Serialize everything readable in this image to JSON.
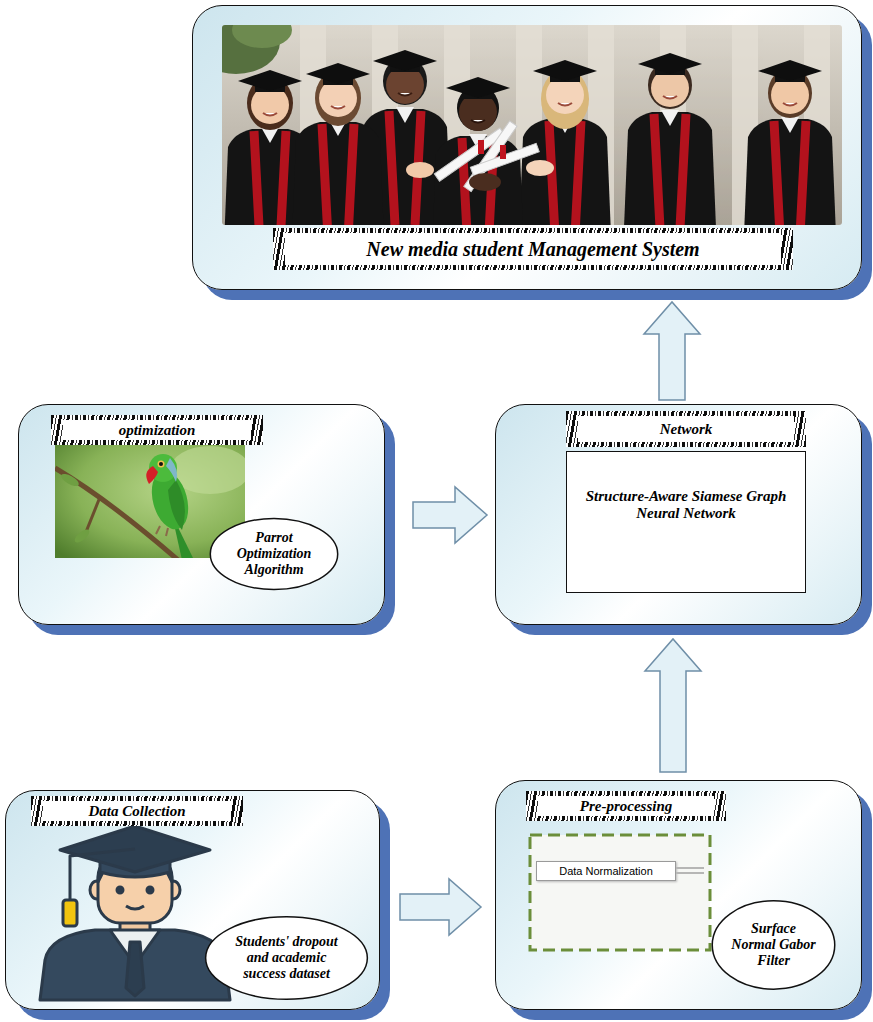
{
  "diagram": {
    "nodes": [
      {
        "text": [
          "New media student Management System"
        ]
      },
      {
        "text": [
          "optimization"
        ]
      },
      {
        "text": [
          "Parrot Optimization Algorithm"
        ],
        "in": 1
      },
      {
        "text": [
          "Network"
        ]
      },
      {
        "text": [
          "Structure-Aware Siamese Graph Neural Network"
        ],
        "in": 3
      },
      {
        "text": [
          "Data Collection"
        ]
      },
      {
        "text": [
          "Students' dropout and academic success dataset"
        ],
        "in": 5
      },
      {
        "text": [
          "Pre-processing"
        ]
      },
      {
        "text": [
          "Data Normalization"
        ],
        "in": 7
      },
      {
        "text": [
          "Surface Normal Gabor Filter"
        ],
        "in": 7
      }
    ],
    "edges": [
      {
        "from": 5,
        "to": 7,
        "arrow": "to"
      },
      {
        "from": 7,
        "to": 3,
        "arrow": "to"
      },
      {
        "from": 1,
        "to": 3,
        "arrow": "to"
      },
      {
        "from": 3,
        "to": 0,
        "arrow": "to"
      }
    ]
  }
}
